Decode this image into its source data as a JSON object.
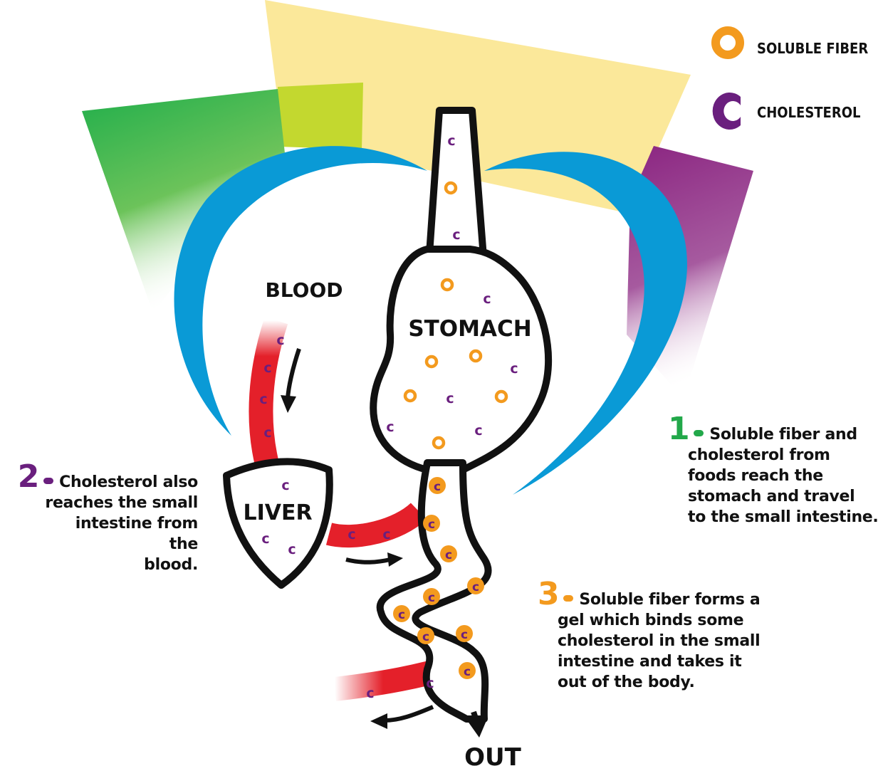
{
  "legend": {
    "fiber_label": "SOLUBLE FIBER",
    "cholesterol_label": "CHOLESTEROL"
  },
  "labels": {
    "blood": "BLOOD",
    "stomach": "STOMACH",
    "liver": "LIVER",
    "out": "OUT",
    "cholesterol_glyph": "c"
  },
  "steps": [
    {
      "number": "1",
      "color": "#22a84a",
      "lines": [
        "Soluble fiber and",
        "cholesterol from",
        "foods reach the",
        "stomach and travel",
        "to the small intestine."
      ]
    },
    {
      "number": "2",
      "color": "#6a1f7e",
      "lines": [
        "Cholesterol also",
        "reaches the small",
        "intestine from the",
        "blood."
      ]
    },
    {
      "number": "3",
      "color": "#f39a1e",
      "lines": [
        "Soluble fiber forms a",
        "gel which binds some",
        "cholesterol in the small",
        "intestine and takes it",
        "out of the body."
      ]
    }
  ],
  "colors": {
    "fiber": "#f39a1e",
    "cholesterol": "#6a1f7e",
    "blood": "#e4202a",
    "arc": "#0a9ad6",
    "yellow": "#fbe89a",
    "green": "#1fae4b",
    "lime": "#c3d82f",
    "purple": "#8b2581"
  }
}
